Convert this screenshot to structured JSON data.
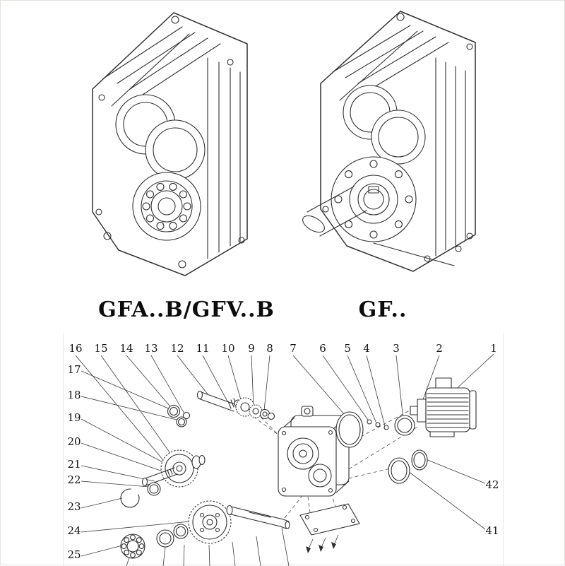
{
  "page": {
    "left_model_label": "GFA..B/GFV..B",
    "right_model_label": "GF..",
    "ink_color": "#2f2f2f"
  },
  "exploded": {
    "callouts": [
      "16",
      "15",
      "14",
      "13",
      "12",
      "11",
      "10",
      "9",
      "8",
      "7",
      "6",
      "5",
      "4",
      "3",
      "2",
      "1",
      "17",
      "18",
      "19",
      "20",
      "21",
      "22",
      "23",
      "24",
      "25",
      "42",
      "41"
    ]
  }
}
